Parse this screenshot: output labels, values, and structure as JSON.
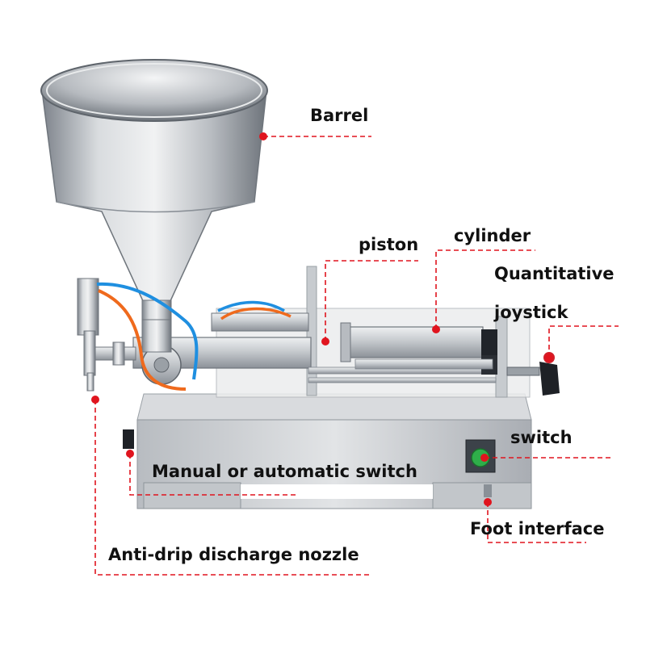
{
  "labels": {
    "barrel": "Barrel",
    "piston": "piston",
    "cylinder": "cylinder",
    "quantitative": "Quantitative",
    "joystick": "joystick",
    "switch": "switch",
    "manual_auto_switch": "Manual or automatic switch",
    "foot_interface": "Foot interface",
    "nozzle": "Anti-drip discharge nozzle"
  },
  "colors": {
    "leader": "#e0141e",
    "steel": "#c9ccd0",
    "steel_dark": "#8a8f96",
    "tube_blue": "#1f8fe0",
    "tube_orange": "#ef6a1d",
    "knob_red": "#d2202a",
    "button_green": "#2fae4a"
  }
}
